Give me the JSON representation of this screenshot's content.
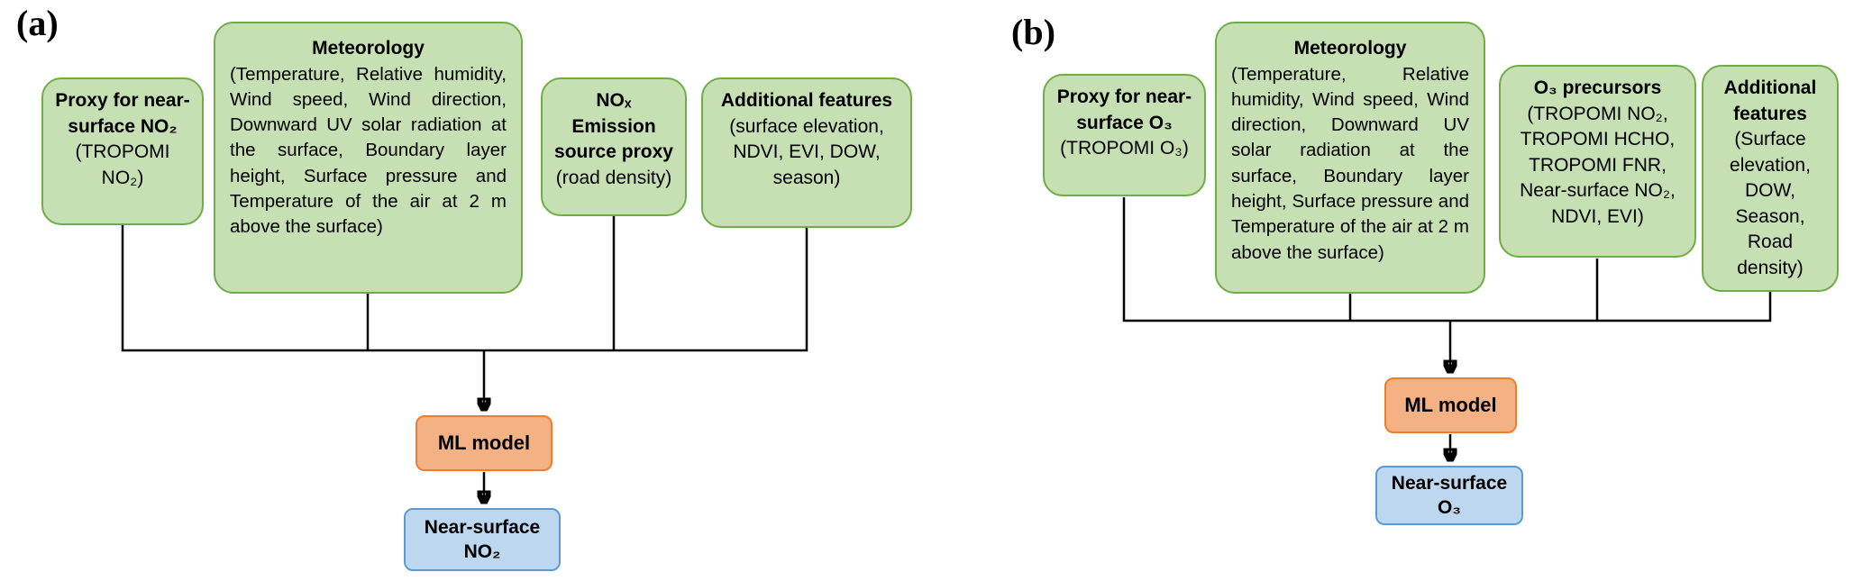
{
  "colors": {
    "input-fill": "#c6e0b4",
    "input-border": "#70ad47",
    "model-fill": "#f4b183",
    "model-border": "#ed7d31",
    "output-fill": "#bdd7ee",
    "output-border": "#5b9bd5",
    "line": "#000000",
    "background": "#ffffff"
  },
  "panels": {
    "a": {
      "label": "(a)",
      "proxy": {
        "title": "Proxy for near-surface NO₂",
        "body": "(TROPOMI NO₂)"
      },
      "meteorology": {
        "title": "Meteorology",
        "body": "(Temperature, Relative humidity, Wind speed, Wind direction, Downward UV solar radiation at the surface, Boundary layer height, Surface pressure and Temperature of the air at 2 m above the surface)"
      },
      "emission": {
        "title": "NOₓ Emission source proxy",
        "body": "(road density)"
      },
      "additional": {
        "title": "Additional features",
        "body": "(surface elevation, NDVI, EVI, DOW, season)"
      },
      "model": "ML model",
      "output": "Near-surface NO₂"
    },
    "b": {
      "label": "(b)",
      "proxy": {
        "title": "Proxy for near-surface O₃",
        "body": "(TROPOMI O₃)"
      },
      "meteorology": {
        "title": "Meteorology",
        "body": "(Temperature, Relative humidity, Wind speed, Wind direction, Downward UV solar radiation at the surface, Boundary layer height, Surface pressure and Temperature of the air at 2 m above the surface)"
      },
      "precursors": {
        "title": "O₃ precursors",
        "body": "(TROPOMI NO₂, TROPOMI HCHO, TROPOMI FNR, Near-surface NO₂, NDVI, EVI)"
      },
      "additional": {
        "title": "Additional features",
        "body": "(Surface elevation, DOW, Season, Road density)"
      },
      "model": "ML model",
      "output": "Near-surface O₃"
    }
  }
}
